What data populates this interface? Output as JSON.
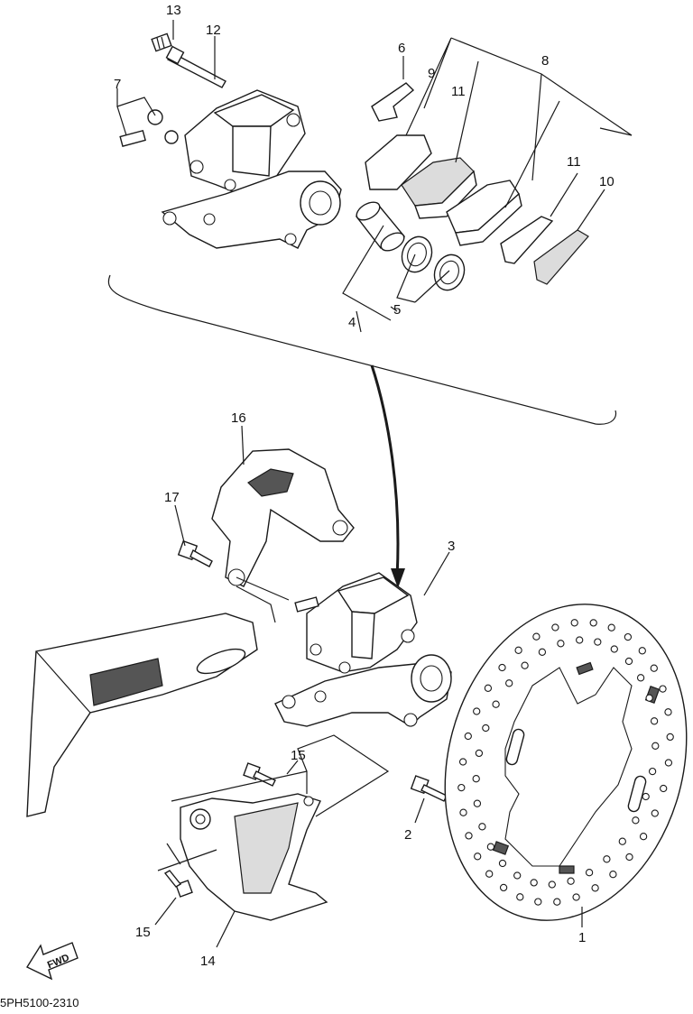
{
  "diagram": {
    "drawing_code": "5PH5100-2310",
    "direction_label": "FWD",
    "callouts": {
      "c1": "1",
      "c2": "2",
      "c3": "3",
      "c4": "4",
      "c5": "5",
      "c6": "6",
      "c7": "7",
      "c8": "8",
      "c9": "9",
      "c10": "10",
      "c11a": "11",
      "c11b": "11",
      "c12": "12",
      "c13": "13",
      "c14": "14",
      "c15a": "15",
      "c15b": "15",
      "c16": "16",
      "c17": "17"
    }
  }
}
